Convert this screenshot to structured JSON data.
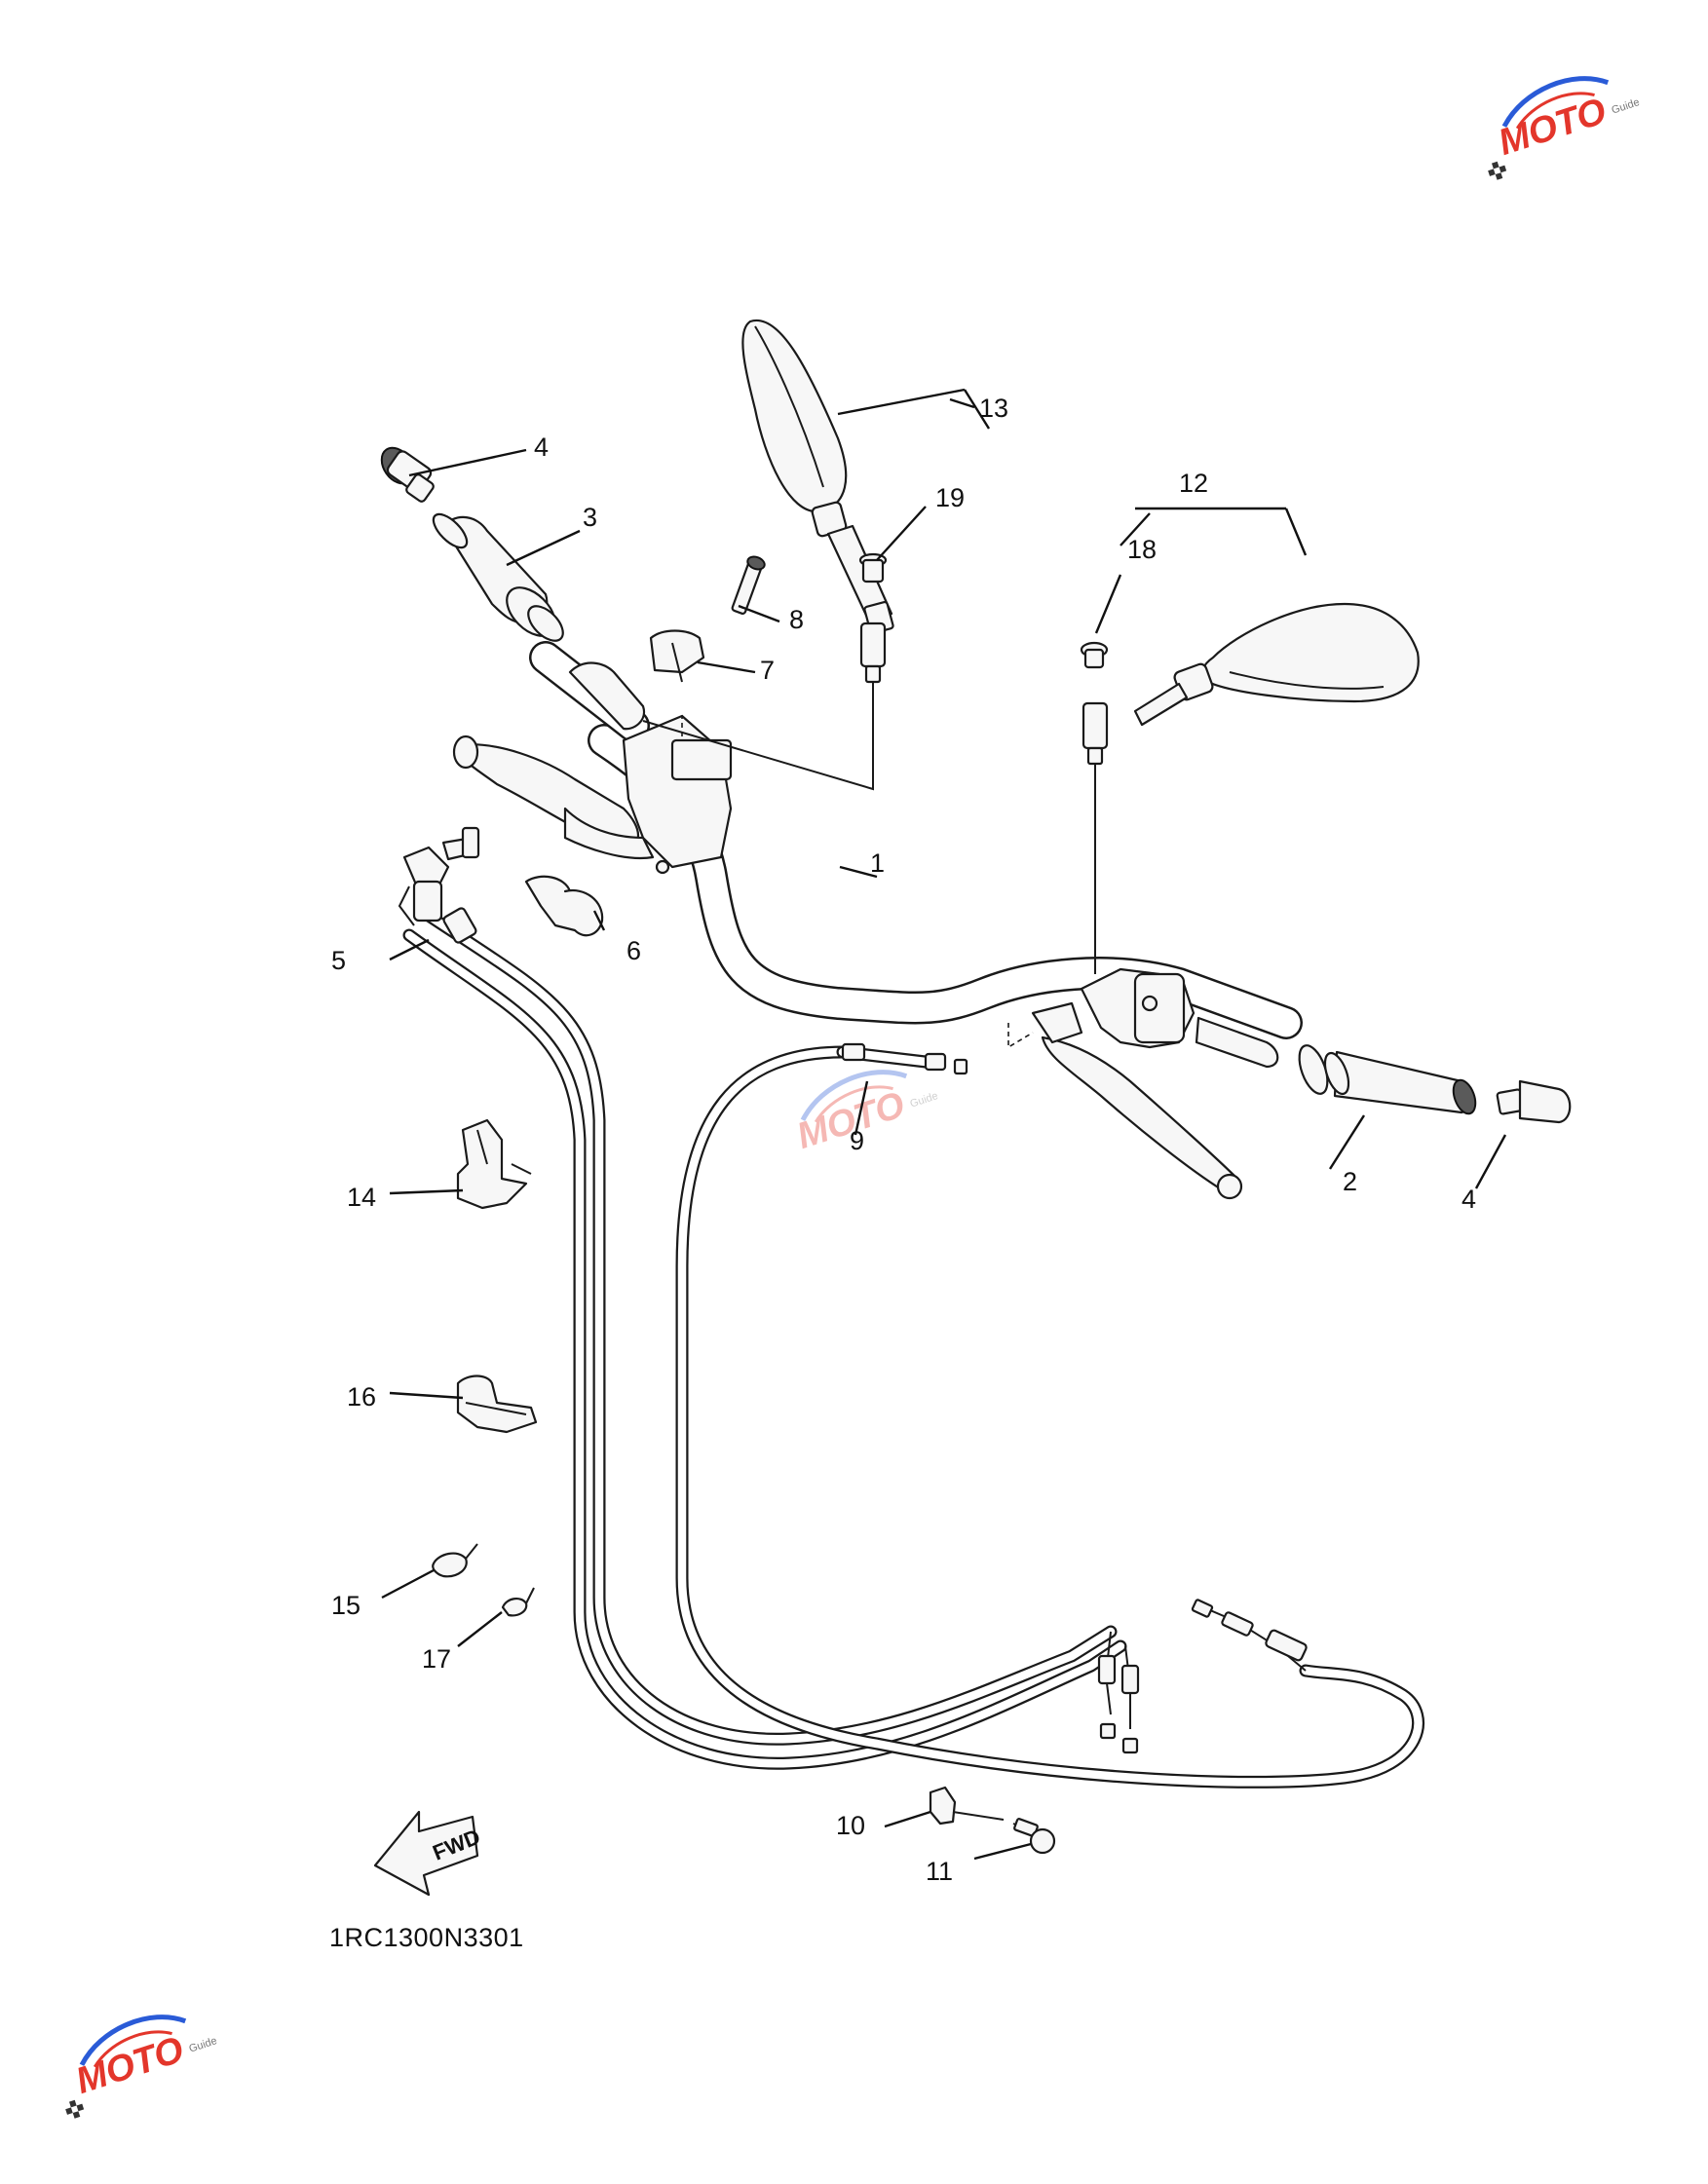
{
  "diagram": {
    "code": "1RC1300N3301",
    "fwd_label": "FWD"
  },
  "callouts": {
    "p1": "1",
    "p2": "2",
    "p3": "3",
    "p4a": "4",
    "p4b": "4",
    "p5": "5",
    "p6": "6",
    "p7": "7",
    "p8": "8",
    "p9": "9",
    "p10": "10",
    "p11": "11",
    "p12": "12",
    "p13": "13",
    "p14": "14",
    "p15": "15",
    "p16": "16",
    "p17": "17",
    "p18": "18",
    "p19": "19"
  },
  "watermark": {
    "text": "MOTO",
    "sub": "Guide",
    "color": "#e3362b"
  }
}
